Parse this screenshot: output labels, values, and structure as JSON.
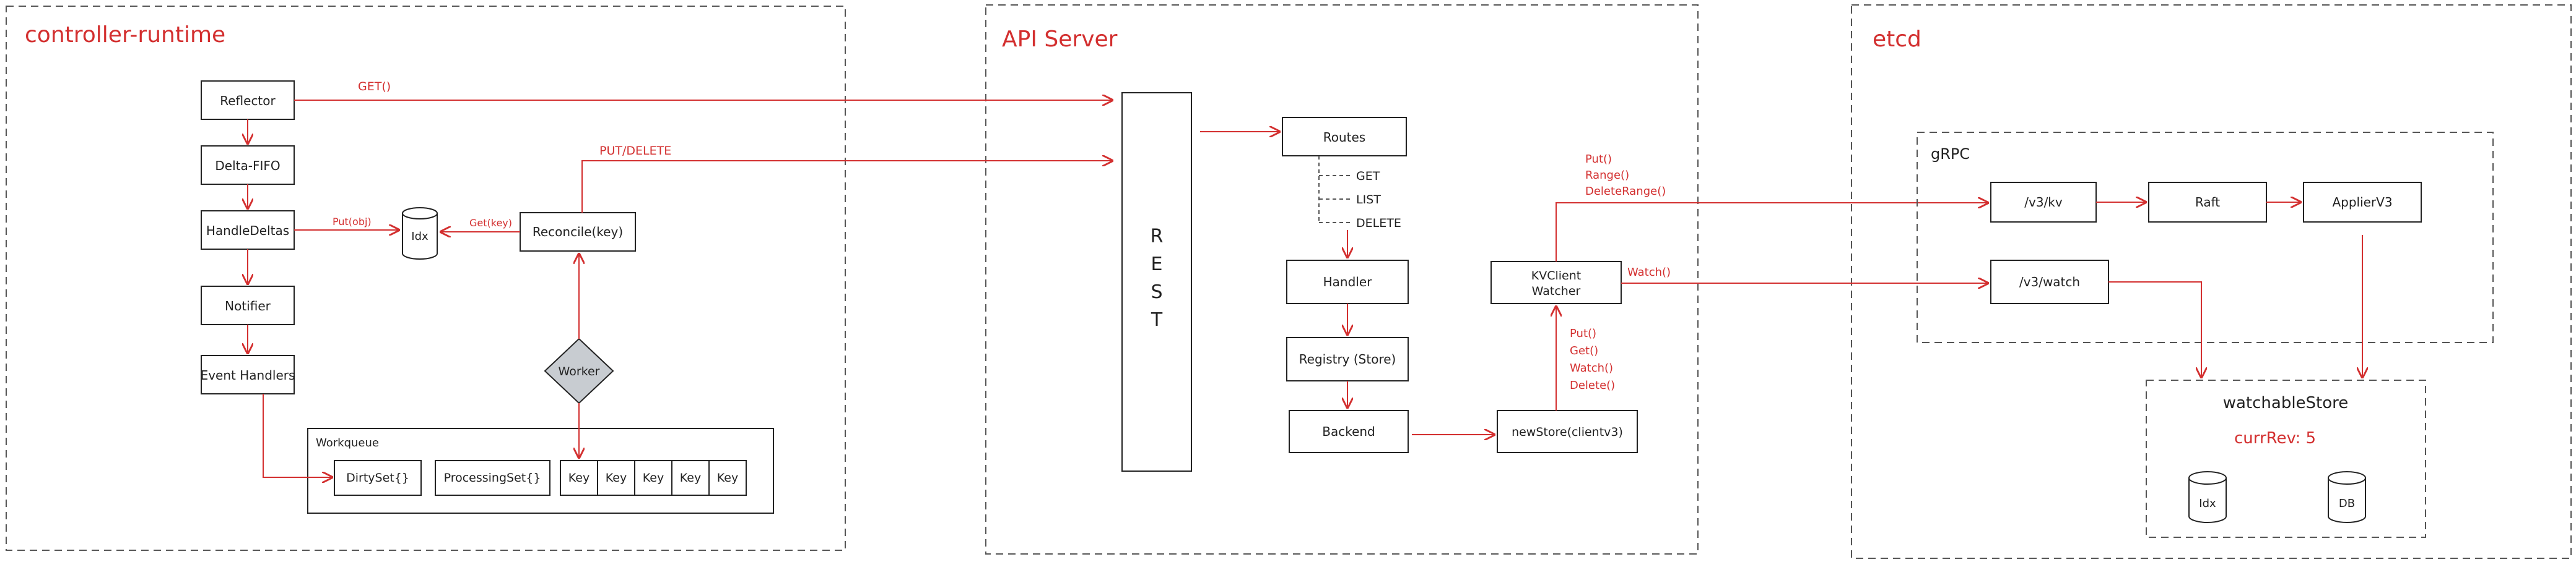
{
  "colors": {
    "accent": "#d32f2f",
    "ink": "#222222",
    "dash": "#555555",
    "diamond": "#c8ccd1"
  },
  "regions": {
    "controller_runtime": "controller-runtime",
    "api_server": "API Server",
    "etcd": "etcd"
  },
  "controller": {
    "reflector": "Reflector",
    "delta_fifo": "Delta-FIFO",
    "handle_deltas": "HandleDeltas",
    "notifier": "Notifier",
    "event_handlers": "Event Handlers",
    "idx": "Idx",
    "reconcile": "Reconcile(key)",
    "worker": "Worker",
    "workqueue": "Workqueue",
    "dirty_set": "DirtySet{}",
    "processing_set": "ProcessingSet{}",
    "keys": [
      "Key",
      "Key",
      "Key",
      "Key",
      "Key"
    ],
    "edge_get": "GET()",
    "edge_put_delete": "PUT/DELETE",
    "edge_put_obj": "Put(obj)",
    "edge_get_key": "Get(key)"
  },
  "api_server": {
    "rest": "R E S T",
    "routes": "Routes",
    "verbs": [
      "GET",
      "LIST",
      "DELETE"
    ],
    "handler": "Handler",
    "registry": "Registry (Store)",
    "backend": "Backend",
    "newstore": "newStore(clientv3)",
    "kvclient": "KVClient",
    "watcher": "Watcher",
    "ops_up": [
      "Put()",
      "Get()",
      "Watch()",
      "Delete()"
    ],
    "ops_kv": [
      "Put()",
      "Range()",
      "DeleteRange()"
    ],
    "edge_watch": "Watch()"
  },
  "etcd": {
    "grpc": "gRPC",
    "v3kv": "/v3/kv",
    "raft": "Raft",
    "applier": "ApplierV3",
    "v3watch": "/v3/watch",
    "watchable_store": "watchableStore",
    "curr_rev": "currRev: 5",
    "idx": "Idx",
    "db": "DB"
  }
}
